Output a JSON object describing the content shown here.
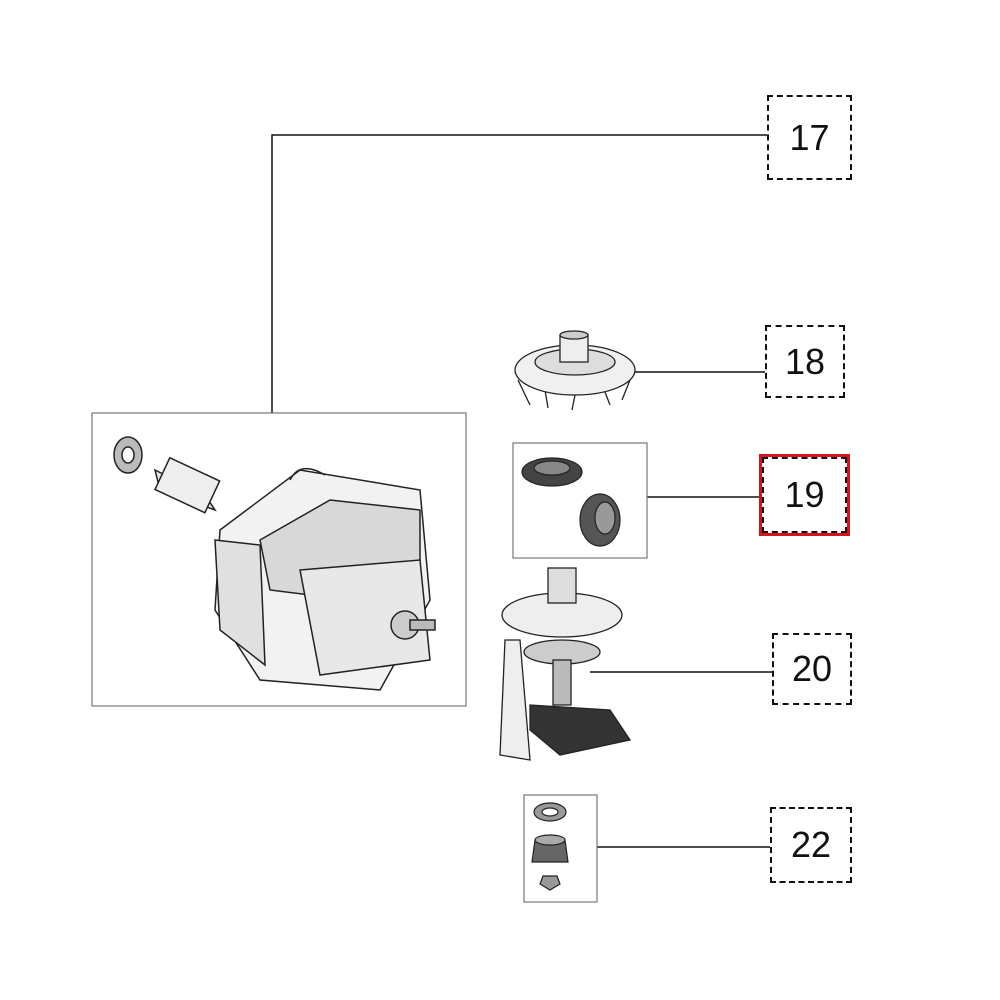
{
  "diagram": {
    "callouts": [
      {
        "label": "17",
        "part": "motor",
        "selected": false
      },
      {
        "label": "18",
        "part": "fan",
        "selected": false
      },
      {
        "label": "19",
        "part": "gear-set",
        "selected": true
      },
      {
        "label": "20",
        "part": "drive-assembly",
        "selected": false
      },
      {
        "label": "22",
        "part": "coupling-nut-set",
        "selected": false
      }
    ],
    "colors": {
      "selected": "#d4141c",
      "line": "#111111"
    }
  }
}
